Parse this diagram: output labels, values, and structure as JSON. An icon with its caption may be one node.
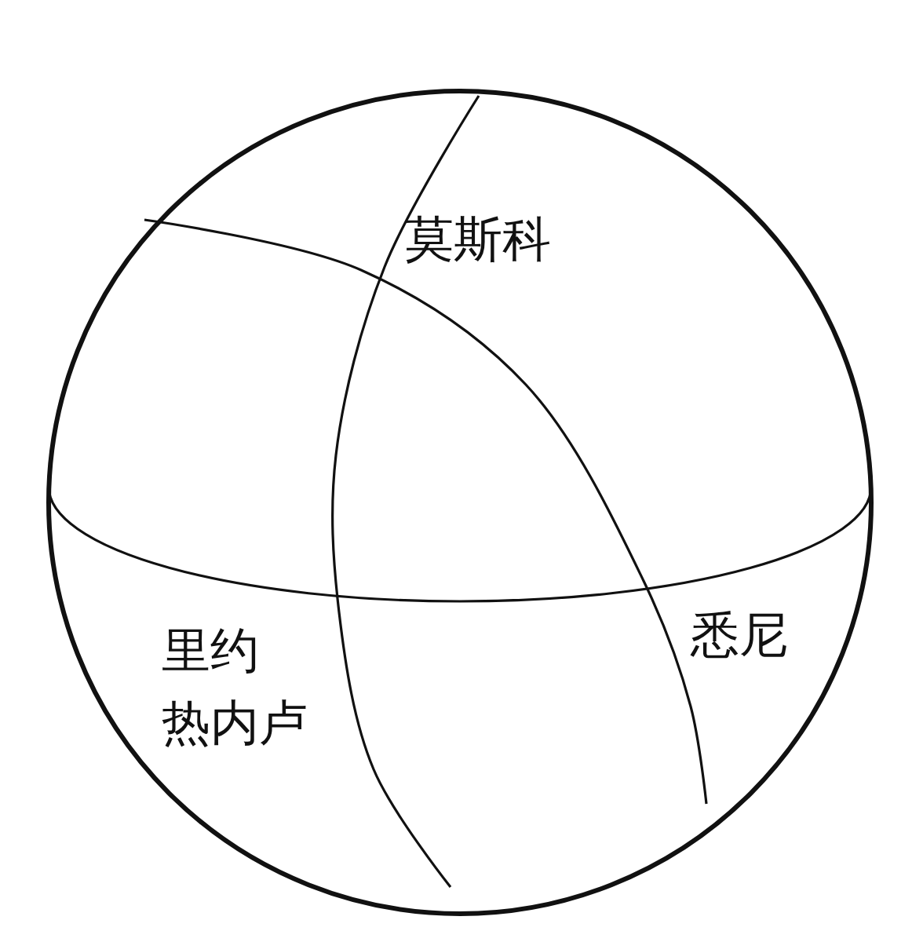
{
  "diagram": {
    "labels": [
      "莫斯科",
      "悉尼",
      "里约热内卢"
    ]
  }
}
